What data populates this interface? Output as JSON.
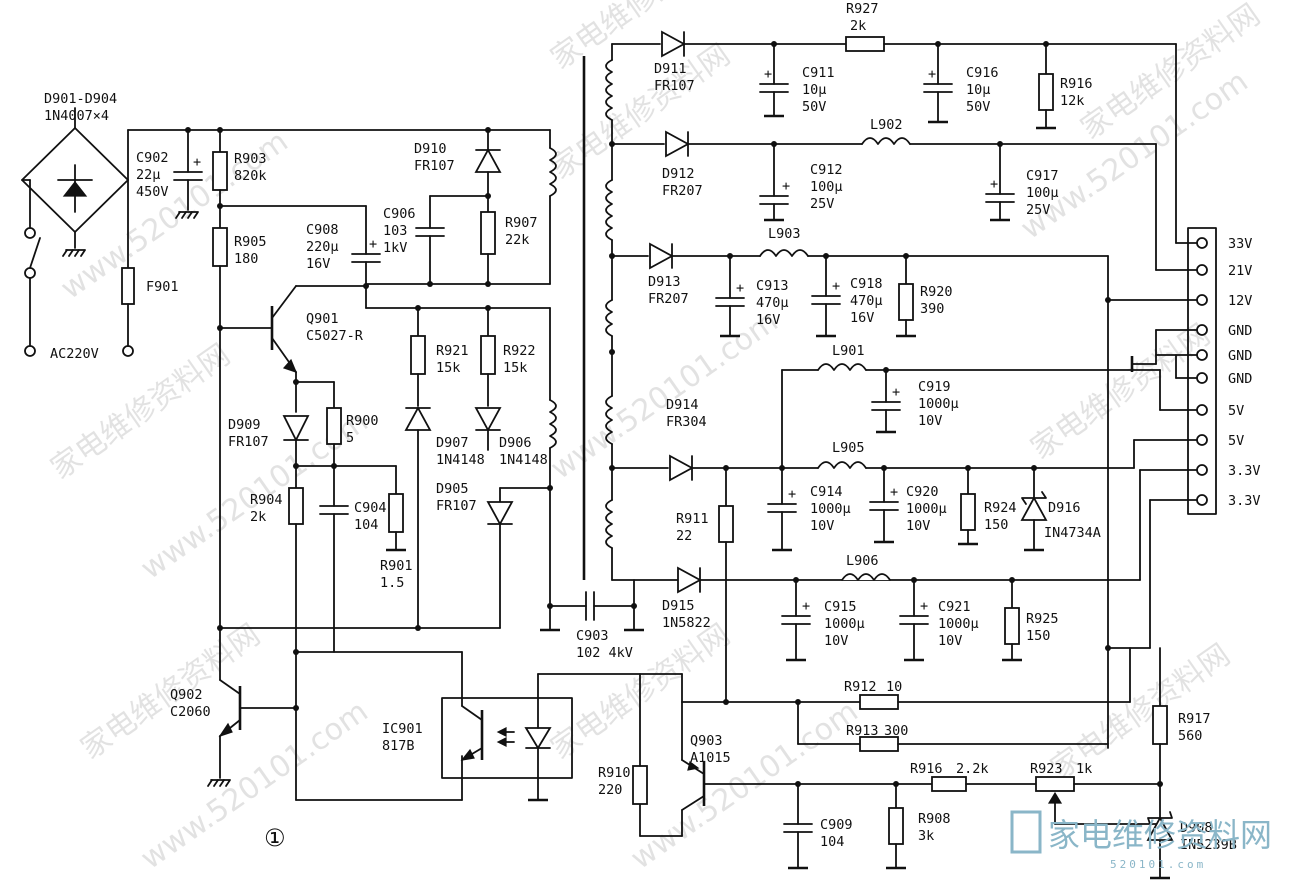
{
  "components": {
    "bridge": {
      "ref": "D901-D904",
      "value": "1N4007×4"
    },
    "f901": {
      "ref": "F901"
    },
    "ac": {
      "label": "AC220V"
    },
    "c902": {
      "ref": "C902",
      "v1": "22μ",
      "v2": "450V"
    },
    "r903": {
      "ref": "R903",
      "value": "820k"
    },
    "r905": {
      "ref": "R905",
      "value": "180"
    },
    "d910": {
      "ref": "D910",
      "value": "FR107"
    },
    "c908": {
      "ref": "C908",
      "v1": "220μ",
      "v2": "16V"
    },
    "c906": {
      "ref": "C906",
      "v1": "103",
      "v2": "1kV"
    },
    "r907": {
      "ref": "R907",
      "value": "22k"
    },
    "q901": {
      "ref": "Q901",
      "value": "C5027-R"
    },
    "r921": {
      "ref": "R921",
      "value": "15k"
    },
    "r922": {
      "ref": "R922",
      "value": "15k"
    },
    "d909": {
      "ref": "D909",
      "value": "FR107"
    },
    "r900": {
      "ref": "R900",
      "value": "5"
    },
    "d907": {
      "ref": "D907",
      "value": "1N4148"
    },
    "d906": {
      "ref": "D906",
      "value": "1N4148"
    },
    "r904": {
      "ref": "R904",
      "value": "2k"
    },
    "c904": {
      "ref": "C904",
      "value": "104"
    },
    "r901": {
      "ref": "R901",
      "value": "1.5"
    },
    "d905": {
      "ref": "D905",
      "value": "FR107"
    },
    "c903": {
      "ref": "C903",
      "value": "102 4kV"
    },
    "q902": {
      "ref": "Q902",
      "value": "C2060"
    },
    "ic901": {
      "ref": "IC901",
      "value": "817B"
    },
    "d911": {
      "ref": "D911",
      "value": "FR107"
    },
    "r927": {
      "ref": "R927",
      "value": "2k"
    },
    "c911": {
      "ref": "C911",
      "v1": "10μ",
      "v2": "50V"
    },
    "c916": {
      "ref": "C916",
      "v1": "10μ",
      "v2": "50V"
    },
    "r916a": {
      "ref": "R916",
      "value": "12k"
    },
    "d912": {
      "ref": "D912",
      "value": "FR207"
    },
    "l902": {
      "ref": "L902"
    },
    "c912": {
      "ref": "C912",
      "v1": "100μ",
      "v2": "25V"
    },
    "c917": {
      "ref": "C917",
      "v1": "100μ",
      "v2": "25V"
    },
    "d913": {
      "ref": "D913",
      "value": "FR207"
    },
    "l903": {
      "ref": "L903"
    },
    "c913": {
      "ref": "C913",
      "v1": "470μ",
      "v2": "16V"
    },
    "c918": {
      "ref": "C918",
      "v1": "470μ",
      "v2": "16V"
    },
    "r920": {
      "ref": "R920",
      "value": "390"
    },
    "l901": {
      "ref": "L901"
    },
    "c919": {
      "ref": "C919",
      "v1": "1000μ",
      "v2": "10V"
    },
    "d914": {
      "ref": "D914",
      "value": "FR304"
    },
    "l905": {
      "ref": "L905"
    },
    "c914": {
      "ref": "C914",
      "v1": "1000μ",
      "v2": "10V"
    },
    "c920": {
      "ref": "C920",
      "v1": "1000μ",
      "v2": "10V"
    },
    "r924": {
      "ref": "R924",
      "value": "150"
    },
    "d916": {
      "ref": "D916",
      "value": "IN4734A"
    },
    "r911": {
      "ref": "R911",
      "value": "22"
    },
    "d915": {
      "ref": "D915",
      "value": "1N5822"
    },
    "l906": {
      "ref": "L906"
    },
    "c915": {
      "ref": "C915",
      "v1": "1000μ",
      "v2": "10V"
    },
    "c921": {
      "ref": "C921",
      "v1": "1000μ",
      "v2": "10V"
    },
    "r925": {
      "ref": "R925",
      "value": "150"
    },
    "r912": {
      "ref": "R912",
      "value": "10"
    },
    "r913": {
      "ref": "R913",
      "value": "300"
    },
    "q903": {
      "ref": "Q903",
      "value": "A1015"
    },
    "r910": {
      "ref": "R910",
      "value": "220"
    },
    "r916b": {
      "ref": "R916",
      "value": "2.2k"
    },
    "r923": {
      "ref": "R923",
      "value": "1k"
    },
    "r917": {
      "ref": "R917",
      "value": "560"
    },
    "c909": {
      "ref": "C909",
      "value": "104"
    },
    "r908": {
      "ref": "R908",
      "value": "3k"
    },
    "d908": {
      "ref": "D908",
      "value": "IN5239B"
    }
  },
  "connector": {
    "pins": [
      "33V",
      "21V",
      "12V",
      "GND",
      "GND",
      "GND",
      "5V",
      "5V",
      "3.3V",
      "3.3V"
    ]
  },
  "figure_marker": "①",
  "watermark": {
    "text": "家电维修资料网",
    "url": "www.520101.com",
    "logo_text": "家电维修资料网",
    "logo_sub": "520101.com"
  }
}
